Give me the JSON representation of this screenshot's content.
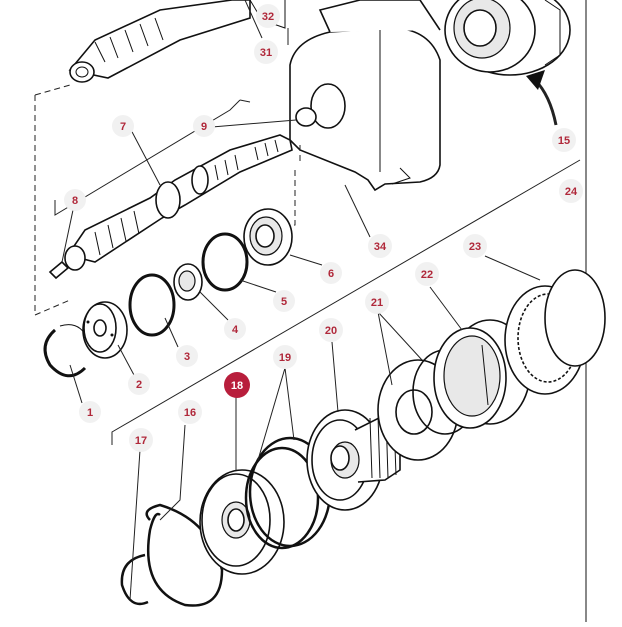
{
  "diagram": {
    "selected_part": "18",
    "callouts": [
      "1",
      "2",
      "3",
      "4",
      "5",
      "6",
      "7",
      "8",
      "9",
      "15",
      "16",
      "17",
      "18",
      "19",
      "20",
      "21",
      "22",
      "23",
      "24",
      "31",
      "32",
      "34"
    ]
  }
}
